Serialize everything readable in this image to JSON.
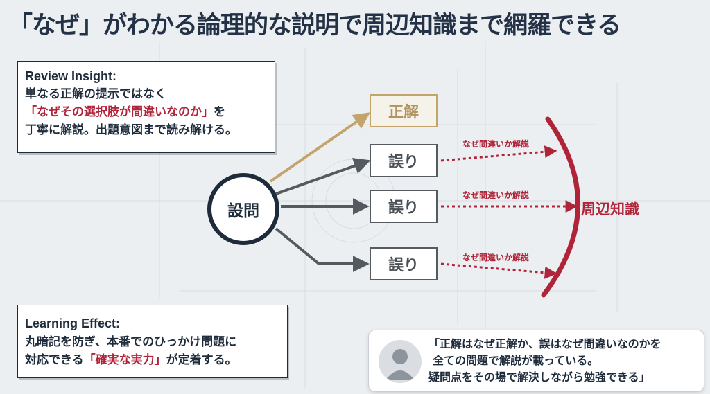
{
  "title": "「なぜ」がわかる論理的な説明で周辺知識まで網羅できる",
  "review": {
    "heading": "Review Insight:",
    "line1": "単なる正解の提示ではなく",
    "highlight": "「なぜその選択肢が間違いなのか」",
    "line2_suffix": "を",
    "line3": "丁寧に解説。出題意図まで読み解ける。"
  },
  "diagram": {
    "question": "設問",
    "correct": "正解",
    "wrong": [
      "誤り",
      "誤り",
      "誤り"
    ],
    "why_label": [
      "なぜ間違いか解説",
      "なぜ間違いか解説",
      "なぜ間違いか解説"
    ],
    "peripheral": "周辺知識",
    "colors": {
      "navy": "#1e2b3b",
      "gold": "#c4a46d",
      "red": "#b0243a",
      "gray": "#555a60"
    }
  },
  "learning": {
    "heading": "Learning Effect:",
    "line1": "丸暗記を防ぎ、本番でのひっかけ問題に",
    "line2_prefix": "対応できる",
    "highlight": "「確実な実力」",
    "line2_suffix": "が定着する。"
  },
  "testimonial": {
    "avatar_icon": "user-avatar-icon",
    "line1": "「正解はなぜ正解か、誤はなぜ間違いなのかを",
    "line2": "全ての問題で解説が載っている。",
    "line3": "疑問点をその場で解決しながら勉強できる」"
  }
}
